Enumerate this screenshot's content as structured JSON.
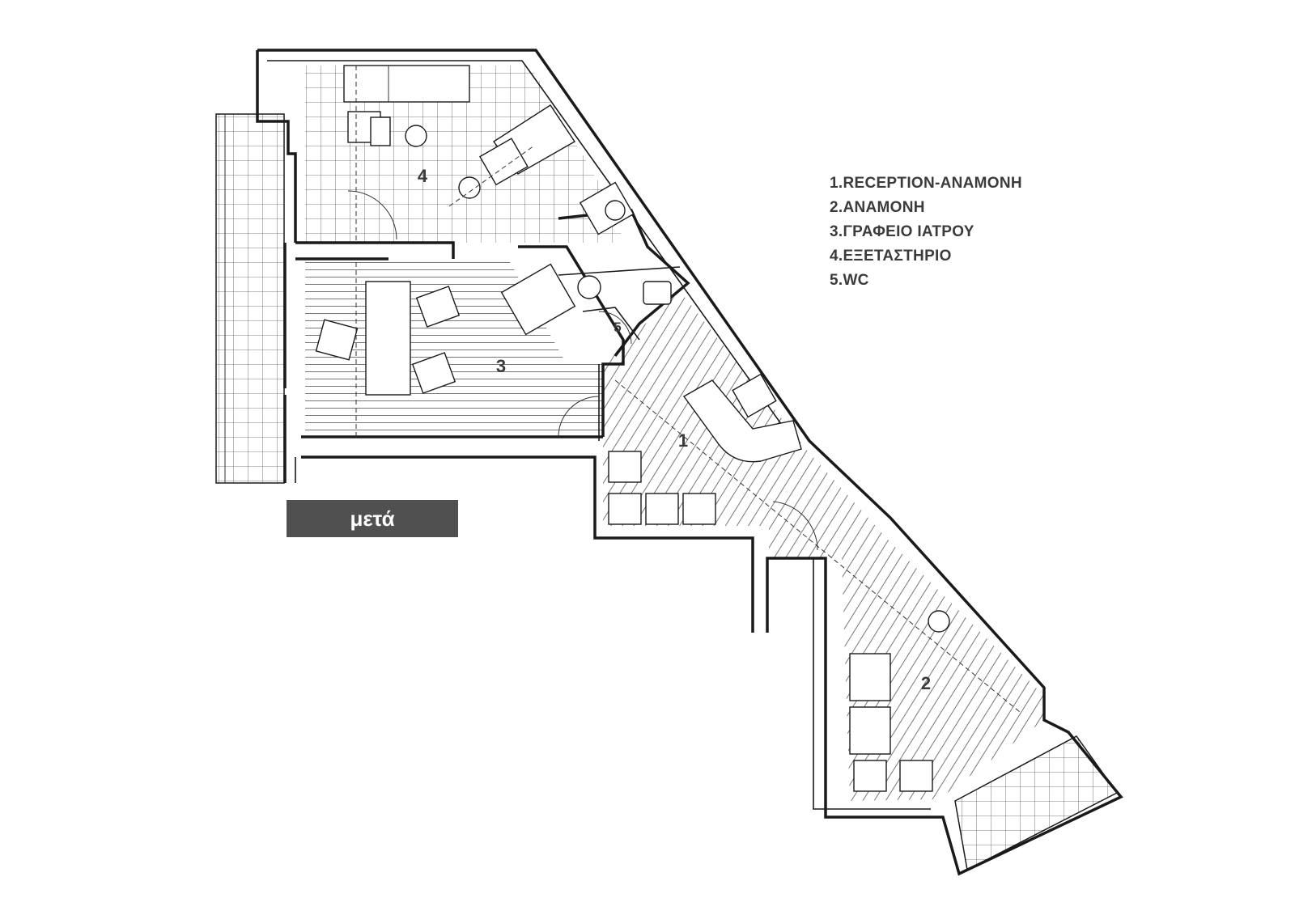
{
  "legend": [
    "1.RECEPTION-ΑΝΑΜΟΝΗ",
    "2.ΑΝΑΜΟΝΗ",
    "3.ΓΡΑΦΕΙΟ ΙΑΤΡΟΥ",
    "4.ΕΞΕΤΑΣΤΗΡΙΟ",
    "5.WC"
  ],
  "rooms": {
    "r1": "1",
    "r2": "2",
    "r3": "3",
    "r4": "4",
    "r5": "5"
  },
  "tag": "μετά",
  "colors": {
    "tag_background": "#505050",
    "walls": "#1a1a1a",
    "label_text": "#3b3b3b"
  }
}
